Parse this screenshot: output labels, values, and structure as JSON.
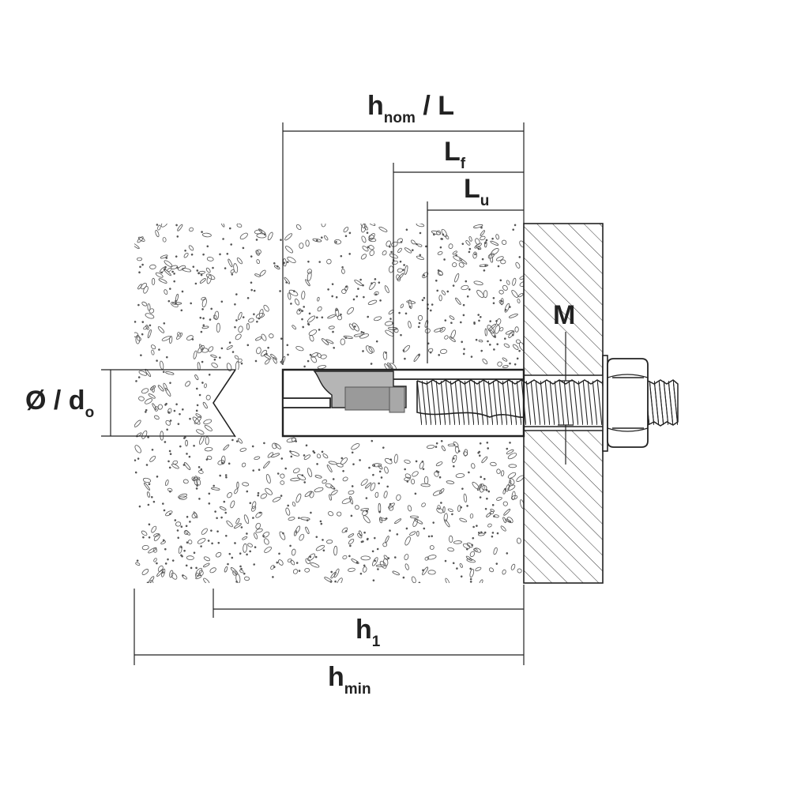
{
  "labels": {
    "hnom_main": "h",
    "hnom_sub": "nom",
    "hnom_suffix": " / L",
    "lf_main": "L",
    "lf_sub": "f",
    "lu_main": "L",
    "lu_sub": "u",
    "m": "M",
    "d_main": "Ø / d",
    "d_sub": "o",
    "h1_main": "h",
    "h1_sub": "1",
    "hmin_main": "h",
    "hmin_sub": "min"
  },
  "colors": {
    "line": "#222222",
    "concrete_speck": "#555555",
    "sleeve_gray": "#b5b5b5",
    "sleeve_dark": "#9a9a9a"
  }
}
